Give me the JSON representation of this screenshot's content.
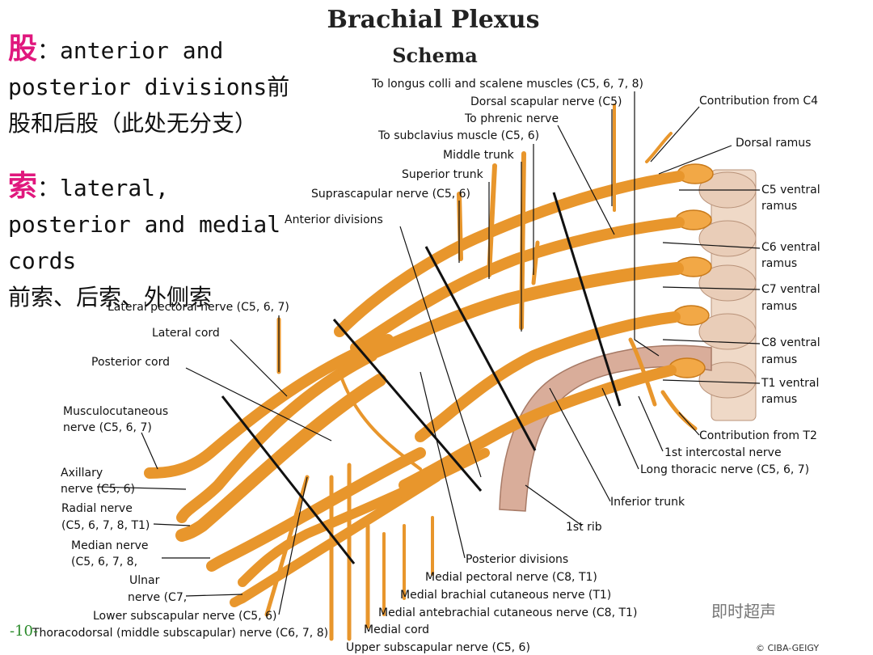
{
  "title": "Brachial Plexus",
  "subtitle": "Schema",
  "notes": {
    "divisions_key": "股",
    "divisions_sep": "：",
    "divisions_line1": "anterior and",
    "divisions_line2": "posterior divisions前",
    "divisions_line3": "股和后股（此处无分支）",
    "cords_key": "索",
    "cords_sep": "：",
    "cords_line1": "lateral,",
    "cords_line2": "posterior and medial",
    "cords_line3": "cords",
    "cords_line4": "前索、后索、外侧索"
  },
  "labels": {
    "longus_colli": "To longus colli and scalene muscles (C5, 6, 7, 8)",
    "dorsal_scapular": "Dorsal scapular nerve (C5)",
    "phrenic": "To phrenic nerve",
    "subclavius": "To subclavius muscle (C5, 6)",
    "middle_trunk": "Middle trunk",
    "superior_trunk": "Superior trunk",
    "suprascapular": "Suprascapular nerve (C5, 6)",
    "anterior_divisions": "Anterior divisions",
    "contribution_c4": "Contribution from C4",
    "dorsal_ramus": "Dorsal ramus",
    "c5_a": "C5 ventral",
    "c5_b": "ramus",
    "c6_a": "C6 ventral",
    "c6_b": "ramus",
    "c7_a": "C7 ventral",
    "c7_b": "ramus",
    "c8_a": "C8 ventral",
    "c8_b": "ramus",
    "t1_a": "T1 ventral",
    "t1_b": "ramus",
    "contribution_t2": "Contribution from T2",
    "intercostal": "1st intercostal nerve",
    "long_thoracic": "Long thoracic nerve (C5, 6, 7)",
    "inferior_trunk": "Inferior trunk",
    "first_rib": "1st rib",
    "lateral_pectoral": "Lateral pectoral nerve (C5, 6, 7)",
    "lateral_cord": "Lateral cord",
    "posterior_cord": "Posterior cord",
    "musculocutaneous_a": "Musculocutaneous",
    "musculocutaneous_b": "nerve (C5, 6, 7)",
    "axillary_a": "Axillary",
    "axillary_b": "nerve (C5, 6)",
    "radial_a": "Radial nerve",
    "radial_b": "(C5, 6, 7, 8, T1)",
    "median_a": "Median nerve",
    "median_b": "(C5, 6, 7, 8,",
    "ulnar_a": "Ulnar",
    "ulnar_b": "nerve (C7,",
    "lower_subscapular": "Lower subscapular nerve (C5, 6)",
    "thoracodorsal": "Thoracodorsal (middle subscapular) nerve (C6, 7, 8)",
    "upper_subscapular": "Upper subscapular nerve (C5, 6)",
    "medial_cord": "Medial cord",
    "medial_antebrachial": "Medial antebrachial cutaneous nerve (C8, T1)",
    "medial_brachial": "Medial brachial cutaneous nerve (T1)",
    "medial_pectoral": "Medial pectoral nerve (C8, T1)",
    "posterior_divisions": "Posterior divisions"
  },
  "page_number": "-10-",
  "watermark": "即时超声",
  "copyright": "© CIBA-GEIGY",
  "colors": {
    "nerve": "#f0a43a",
    "nerve_edge": "#c97a1a",
    "bone": "#e9cdb8",
    "rib": "#d6a996",
    "accent": "#e0177d"
  }
}
